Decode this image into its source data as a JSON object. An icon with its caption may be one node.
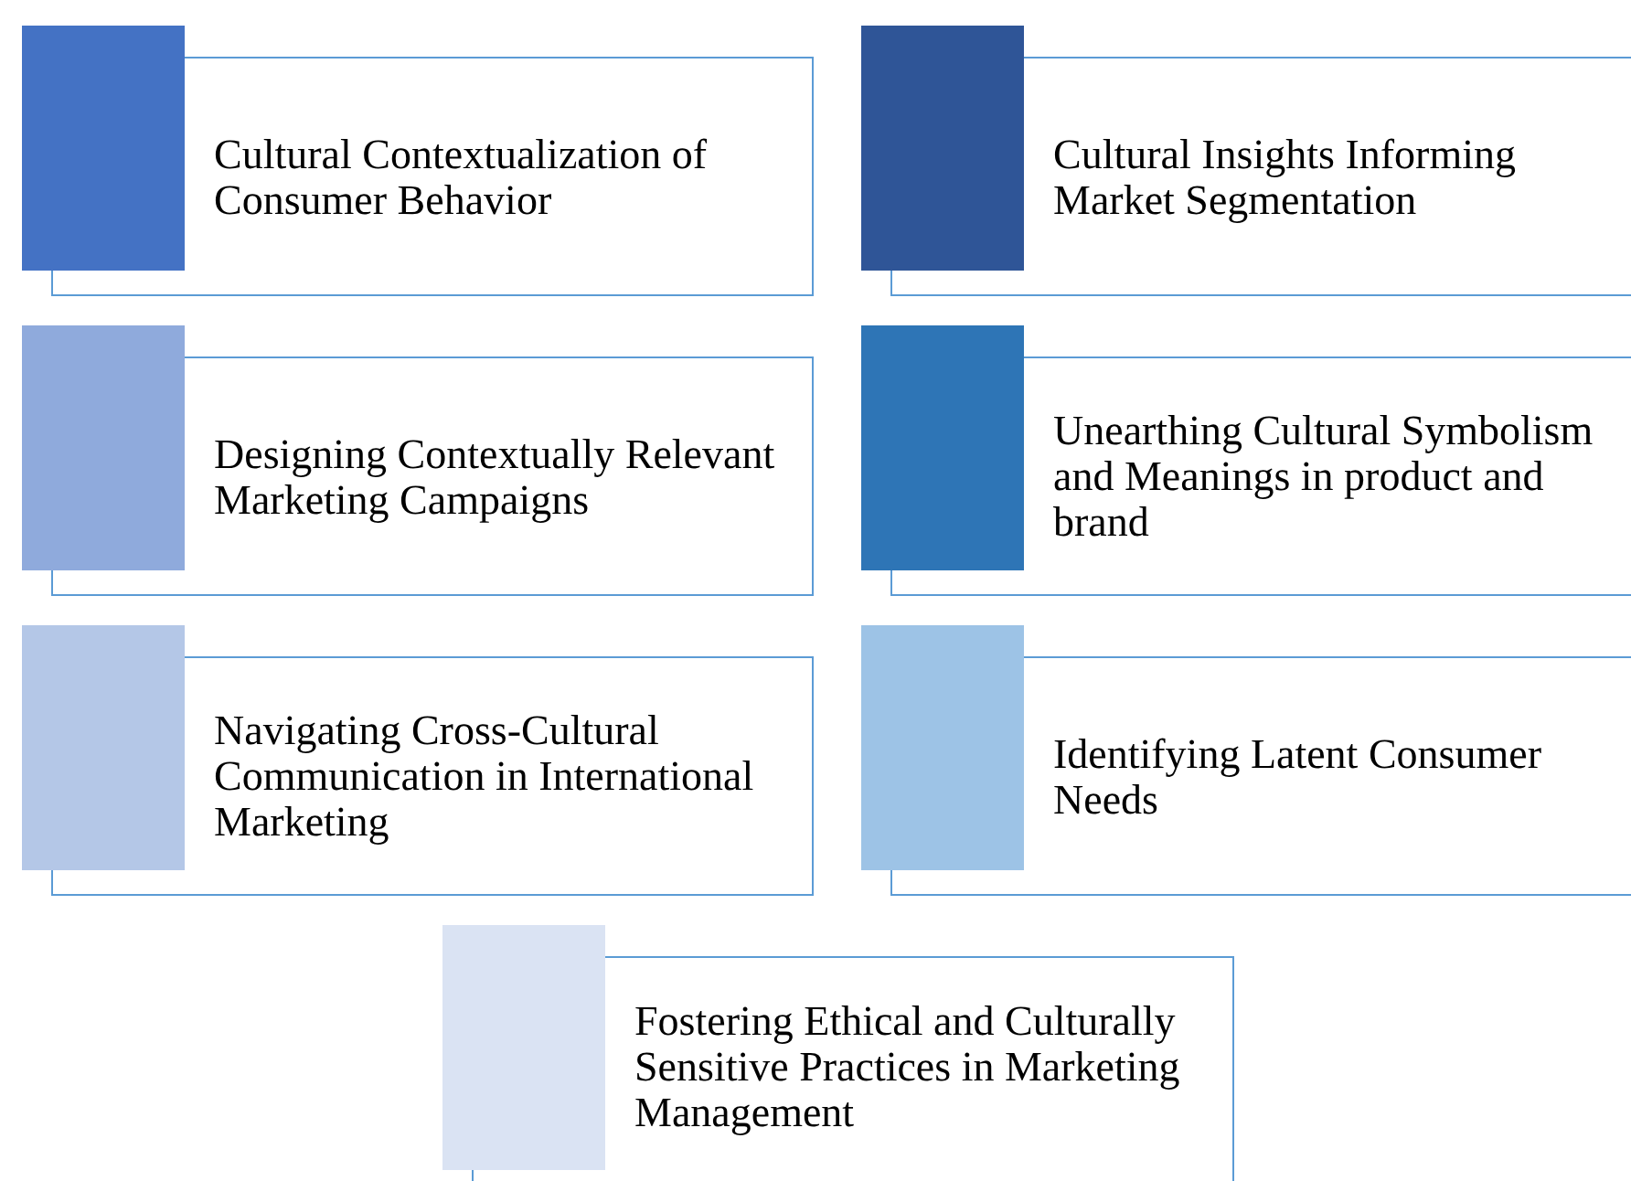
{
  "diagram": {
    "nodes": [
      {
        "text": [
          "Cultural Contextualization of Consumer Behavior"
        ]
      },
      {
        "text": [
          "Cultural Insights Informing Market Segmentation"
        ]
      },
      {
        "text": [
          "Designing Contextually Relevant Marketing Campaigns"
        ]
      },
      {
        "text": [
          "Unearthing Cultural Symbolism and Meanings in product and brand"
        ]
      },
      {
        "text": [
          "Navigating Cross-Cultural Communication in International Marketing"
        ]
      },
      {
        "text": [
          "Identifying Latent Consumer Needs"
        ]
      },
      {
        "text": [
          "Fostering Ethical and Culturally Sensitive Practices in Marketing Management"
        ]
      }
    ]
  }
}
